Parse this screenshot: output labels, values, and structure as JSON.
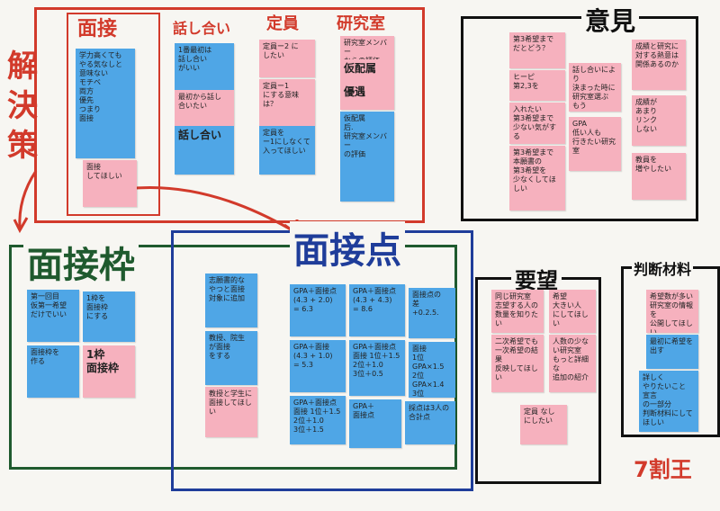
{
  "colors": {
    "red": "#d23a2b",
    "navy": "#1f3d9a",
    "green": "#1f5a2e",
    "black": "#111111",
    "note_blue": "#4fa6e6",
    "note_pink": "#f6b1be"
  },
  "sections": {
    "solution": "解決策",
    "interview": "面接",
    "discussion": "話し合い",
    "quota": "定員",
    "lab": "研究室",
    "interview_slot": "面接枠",
    "interview_score": "面接点",
    "opinion": "意見",
    "request": "要望",
    "judgement": "判断材料",
    "class": "7割王"
  },
  "notes": {
    "n1": "学力高くても\nやる気なしと\n意味ない\nモチベ\n両方\n優先\nつまり\n面接",
    "n2": "面接\nしてほしい",
    "n3": "1番最初は\n話し合い\nがいい",
    "n4": "最初から話し\n合いたい",
    "n5": "話し合い",
    "n6": "定員ー2 に\nしたい",
    "n7": "定員ー1\nにする意味は？",
    "n8": "定員を\nー1にしなくて\n入ってほしい",
    "n9": "研究室メンバー\nからの評価",
    "n10": "仮配属",
    "n11": "優遇",
    "n12": "仮配属\n后.\n研究室メンバー\nの評価",
    "n13": "第一回目\n仮第一希望\nだけでいい",
    "n14": "1枠を\n面接枠\nにする",
    "n15": "面接枠を\n作る",
    "n16": "1枠\n面接枠",
    "n17": "志願書的な\nやつと面接\n対象に追加",
    "n18": "教授、院生\nが面接\nをする",
    "n19": "教授と学生に\n面接してほしい",
    "n20": "GPA＋面接点\n(4.3 + 2.0)\n= 6.3",
    "n21": "GPA＋面接点\n(4.3 + 4.3)\n= 8.6",
    "n22": "面接点の\n差\n+0.2.5.",
    "n23": "GPA＋面接\n(4.3 + 1.0)\n= 5.3",
    "n24": "GPA＋面接点\n面接 1位＋1.5\n2位＋1.0\n3位＋0.5",
    "n25": "面接\n1位 GPA×1.5\n2位 GPA×1.4\n3位 GPA×1.3",
    "n26": "GPA＋面接点\n面接 1位＋1.5\n2位＋1.0\n3位＋1.5",
    "n27": "GPA＋\n面接点",
    "n28": "採点は3人の\n合計点",
    "n29": "第3希望まで\nだとどう？",
    "n30": "ヒーピ\n第2,3を",
    "n31": "入れたい\n第3希望まで\n少ない気がする",
    "n32": "第3希望まで\n本願書の\n第3希望を\n少なくしてほしい",
    "n33": "話し合いにより\n決まった時に\n研究室選ぶ\nもう",
    "n34": "GPA\n低い人も\n行きたい研究室",
    "n35": "成績と研究に\n対する熱意は\n関係あるのか",
    "n36": "成績が\nあまり\nリンク\nしない",
    "n37": "教員を\n増やしたい",
    "n38": "同じ研究室\n志望する人の\n数量を知りたい",
    "n39": "希望\n大きい人\nにしてほしい",
    "n40": "二次希望でも\n一次希望の結果\n反映してほしい",
    "n41": "人数の少ない研究室\nもっと詳細な\n追加の紹介",
    "n42": "定員 なし\nにしたい",
    "n43": "希望数が多い\n研究室の情報を\n公開してほしい",
    "n44": "最初に希望を\n出す",
    "n45": "詳しく\nやりたいこと\n宣言\nの一部分\n判断材料にしてほしい"
  }
}
